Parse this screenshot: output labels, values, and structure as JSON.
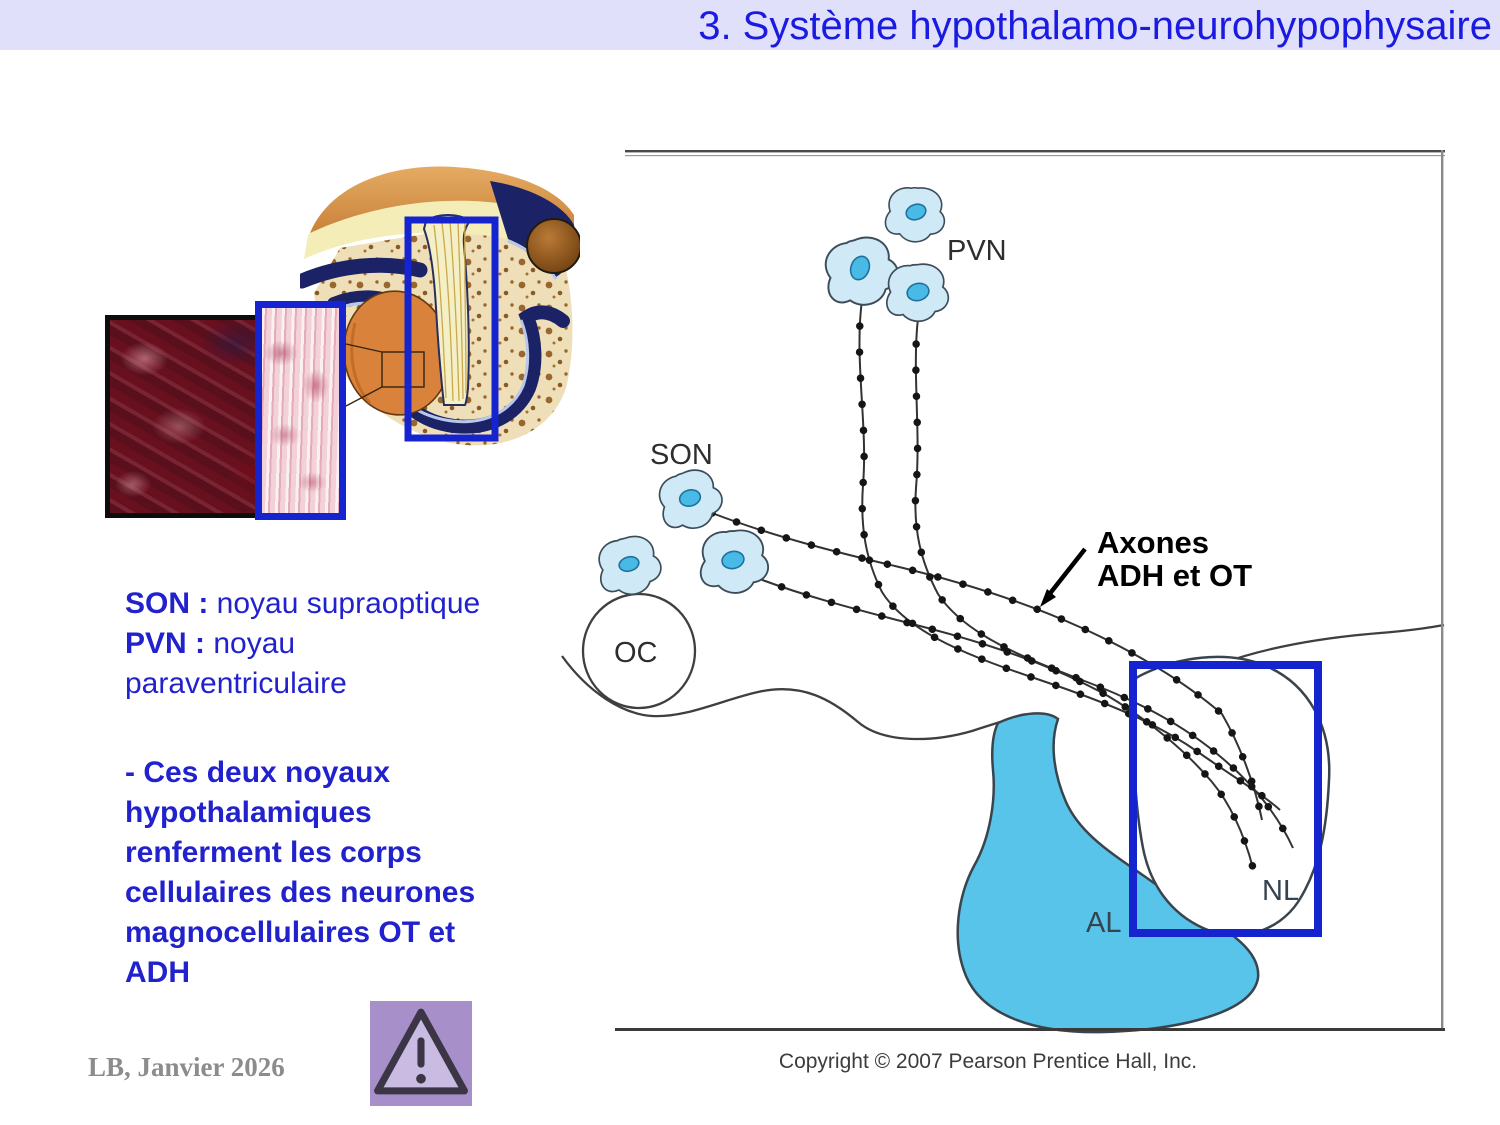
{
  "header": {
    "title": "3. Système hypothalamo-neurohypophysaire",
    "bg": "#e0e0fa",
    "color": "#1a1ae0"
  },
  "body_text": {
    "color": "#2121cd",
    "line1_label": "SON :",
    "line1_rest": " noyau supraoptique",
    "line2_label": "PVN :",
    "line2_rest": " noyau",
    "line3": "paraventriculaire",
    "para2_lines": [
      "- Ces deux noyaux",
      "hypothalamiques",
      "renferment les corps",
      "cellulaires des neurones",
      "magnocellulaires OT et",
      "ADH"
    ]
  },
  "footer": {
    "credit": "LB, Janvier 2026"
  },
  "icons": {
    "warning": "warning-triangle-icon"
  },
  "diagram": {
    "labels": {
      "pvn": "PVN",
      "son": "SON",
      "oc": "OC",
      "al": "AL",
      "nl": "NL"
    },
    "annotation_line1": "Axones",
    "annotation_line2": "ADH et OT",
    "copyright": "Copyright © 2007 Pearson Prentice Hall, Inc.",
    "colors": {
      "cell_fill": "#cfe9f7",
      "nucleus": "#49b9e6",
      "al_fill": "#58c4ea",
      "outline": "#3a444d",
      "highlight_box": "#1524cf"
    }
  }
}
